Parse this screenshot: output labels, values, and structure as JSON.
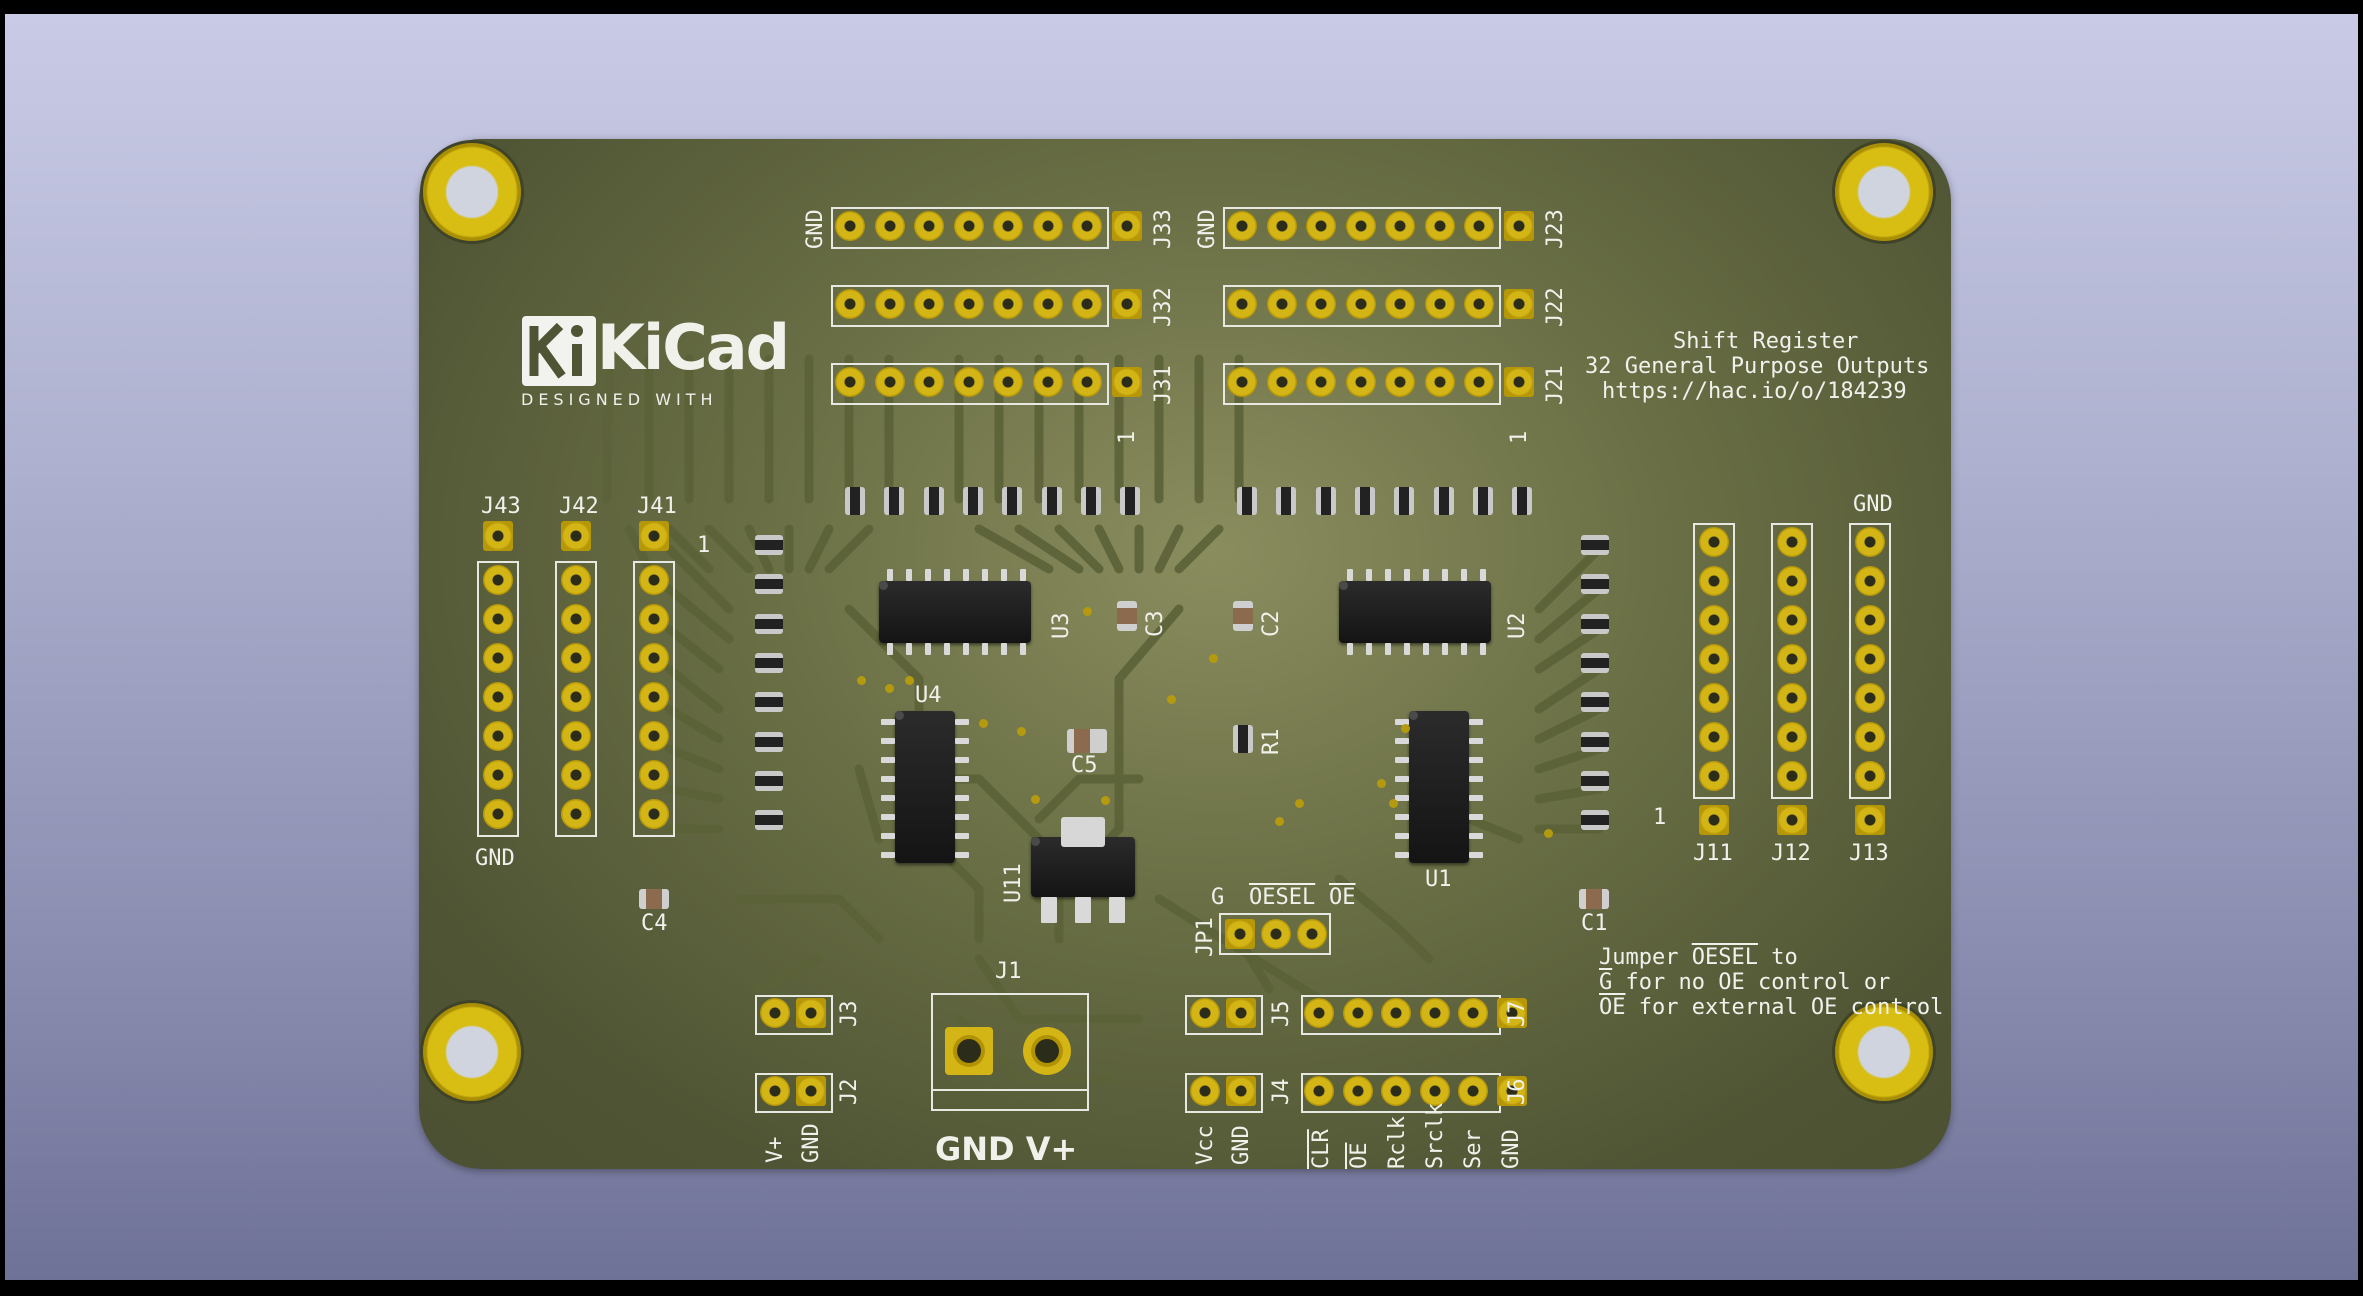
{
  "app": {
    "name": "KiCad 3D Viewer"
  },
  "board": {
    "title_lines": [
      "Shift Register",
      "32 General Purpose Outputs",
      "https://hac.io/o/184239"
    ],
    "logo": {
      "main": "KiCad",
      "sub": "DESIGNED WITH"
    },
    "note_lines": [
      "Jumper ",
      "OESEL",
      " to",
      "G",
      " for no OE control or",
      "OE",
      " for external OE control"
    ]
  },
  "labels": {
    "J33": "J33",
    "J32": "J32",
    "J31": "J31",
    "J23": "J23",
    "J22": "J22",
    "J21": "J21",
    "J43": "J43",
    "J42": "J42",
    "J41": "J41",
    "J11": "J11",
    "J12": "J12",
    "J13": "J13",
    "J1": "J1",
    "J2": "J2",
    "J3": "J3",
    "J4": "J4",
    "J5": "J5",
    "J6": "J6",
    "J7": "J7",
    "JP1": "JP1",
    "U1": "U1",
    "U2": "U2",
    "U3": "U3",
    "U4": "U4",
    "U11": "U11",
    "C1": "C1",
    "C2": "C2",
    "C3": "C3",
    "C4": "C4",
    "C5": "C5",
    "R1": "R1",
    "gnd": "GND",
    "pin1": "1",
    "vplus": "V+",
    "vcc": "Vcc",
    "clr": "CLR",
    "oe": "OE",
    "rclk": "Rclk",
    "srclk": "Srclk",
    "ser": "Ser",
    "g": "G",
    "oesel": "OESEL",
    "gnd_vplus": "GND V+"
  }
}
